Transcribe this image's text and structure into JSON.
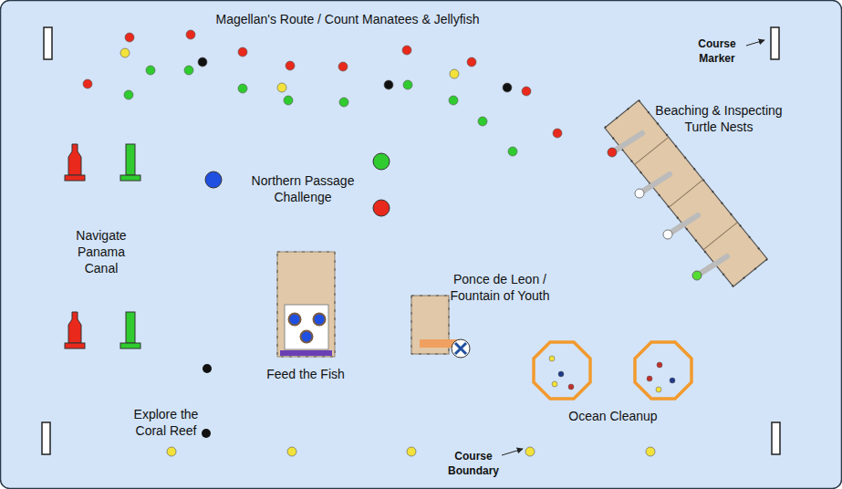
{
  "diagram": {
    "labels": [
      "Magellan's Route / Count Manatees & Jellyfish",
      "Course Marker",
      "Beaching & Inspecting Turtle Nests",
      "Northern Passage Challenge",
      "Navigate Panama Canal",
      "Ponce de Leon / Fountain of Youth",
      "Feed the Fish",
      "Explore the Coral Reef",
      "Ocean Cleanup",
      "Course Boundary"
    ]
  }
}
